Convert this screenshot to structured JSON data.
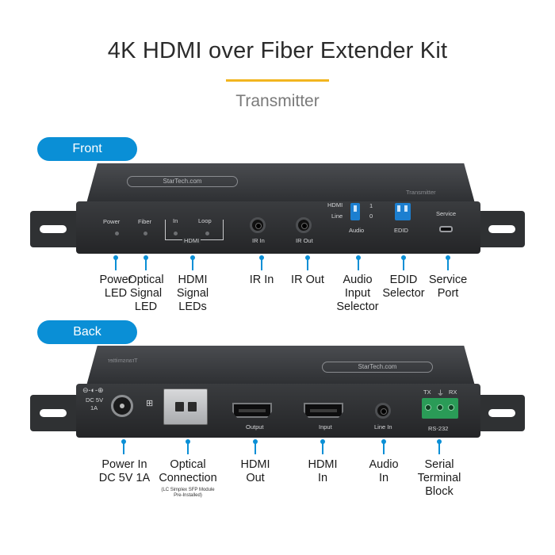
{
  "title": "4K HDMI over Fiber Extender Kit",
  "subtitle": "Transmitter",
  "sections": {
    "front_label": "Front",
    "back_label": "Back"
  },
  "colors": {
    "accent_blue": "#0a8fd6",
    "title_rule": "#f2b51f",
    "device_body": "#2f3133",
    "terminal_green": "#2a9b57",
    "dip_blue": "#1c7fd0"
  },
  "front_device": {
    "brand": "StarTech.com",
    "model_text": "Transmitter",
    "led_labels": {
      "power": "Power",
      "fiber": "Fiber",
      "in": "In",
      "loop": "Loop",
      "hdmi": "HDMI"
    },
    "port_labels": {
      "ir_in": "IR In",
      "ir_out": "IR Out",
      "audio": "Audio",
      "edid": "EDID",
      "service": "Service"
    },
    "switch_labels": {
      "hdmi": "HDMI",
      "line": "Line",
      "one": "1",
      "zero": "0"
    }
  },
  "front_callouts": [
    {
      "lines": [
        "Power",
        "LED"
      ]
    },
    {
      "lines": [
        "Optical",
        "Signal",
        "LED"
      ]
    },
    {
      "lines": [
        "HDMI",
        "Signal",
        "LEDs"
      ]
    },
    {
      "lines": [
        "IR In"
      ]
    },
    {
      "lines": [
        "IR Out"
      ]
    },
    {
      "lines": [
        "Audio",
        "Input",
        "Selector"
      ]
    },
    {
      "lines": [
        "EDID",
        "Selector"
      ]
    },
    {
      "lines": [
        "Service",
        "Port"
      ]
    }
  ],
  "back_device": {
    "brand": "StarTech.com",
    "model_text": "Transmitter",
    "power_text": [
      "DC 5V",
      "1A"
    ],
    "port_labels": {
      "output": "Output",
      "input": "Input",
      "line_in": "Line In",
      "rs232": "RS-232",
      "tx": "TX",
      "rx": "RX"
    }
  },
  "back_callouts": [
    {
      "lines": [
        "Power In",
        "DC 5V 1A"
      ]
    },
    {
      "lines": [
        "Optical",
        "Connection"
      ],
      "note": [
        "(LC Simplex SFP Module",
        "Pre-Installed)"
      ]
    },
    {
      "lines": [
        "HDMI",
        "Out"
      ]
    },
    {
      "lines": [
        "HDMI",
        "In"
      ]
    },
    {
      "lines": [
        "Audio",
        "In"
      ]
    },
    {
      "lines": [
        "Serial",
        "Terminal",
        "Block"
      ]
    }
  ]
}
